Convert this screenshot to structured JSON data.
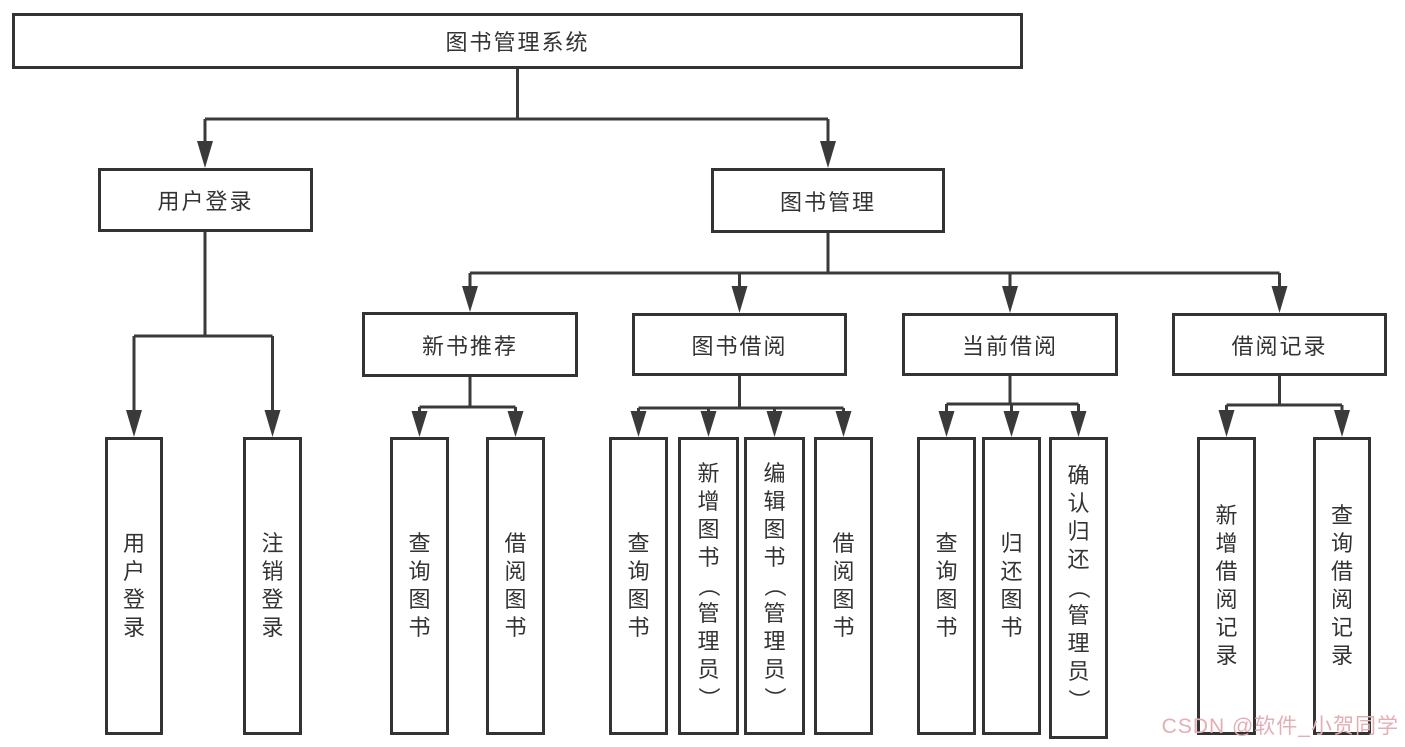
{
  "watermark": "CSDN @软件_小贺同学",
  "colors": {
    "line": "#3a3a3a",
    "text": "#333333",
    "box_border": "#333333",
    "watermark": "#e3aeb4",
    "background": "#ffffff"
  },
  "nodes": {
    "root": "图书管理系统",
    "user_login": "用户登录",
    "book_mgmt": "图书管理",
    "new_book_rec": "新书推荐",
    "book_borrow": "图书借阅",
    "current_borrow": "当前借阅",
    "borrow_record": "借阅记录",
    "ul_login": "用户登录",
    "ul_logout": "注销登录",
    "nb_query": "查询图书",
    "nb_borrow": "借阅图书",
    "bb_query": "查询图书",
    "bb_add": "新增图书（管理员）",
    "bb_edit": "编辑图书（管理员）",
    "bb_borrow": "借阅图书",
    "cb_query": "查询图书",
    "cb_return": "归还图书",
    "cb_confirm": "确认归还（管理员）",
    "br_add": "新增借阅记录",
    "br_query": "查询借阅记录"
  }
}
